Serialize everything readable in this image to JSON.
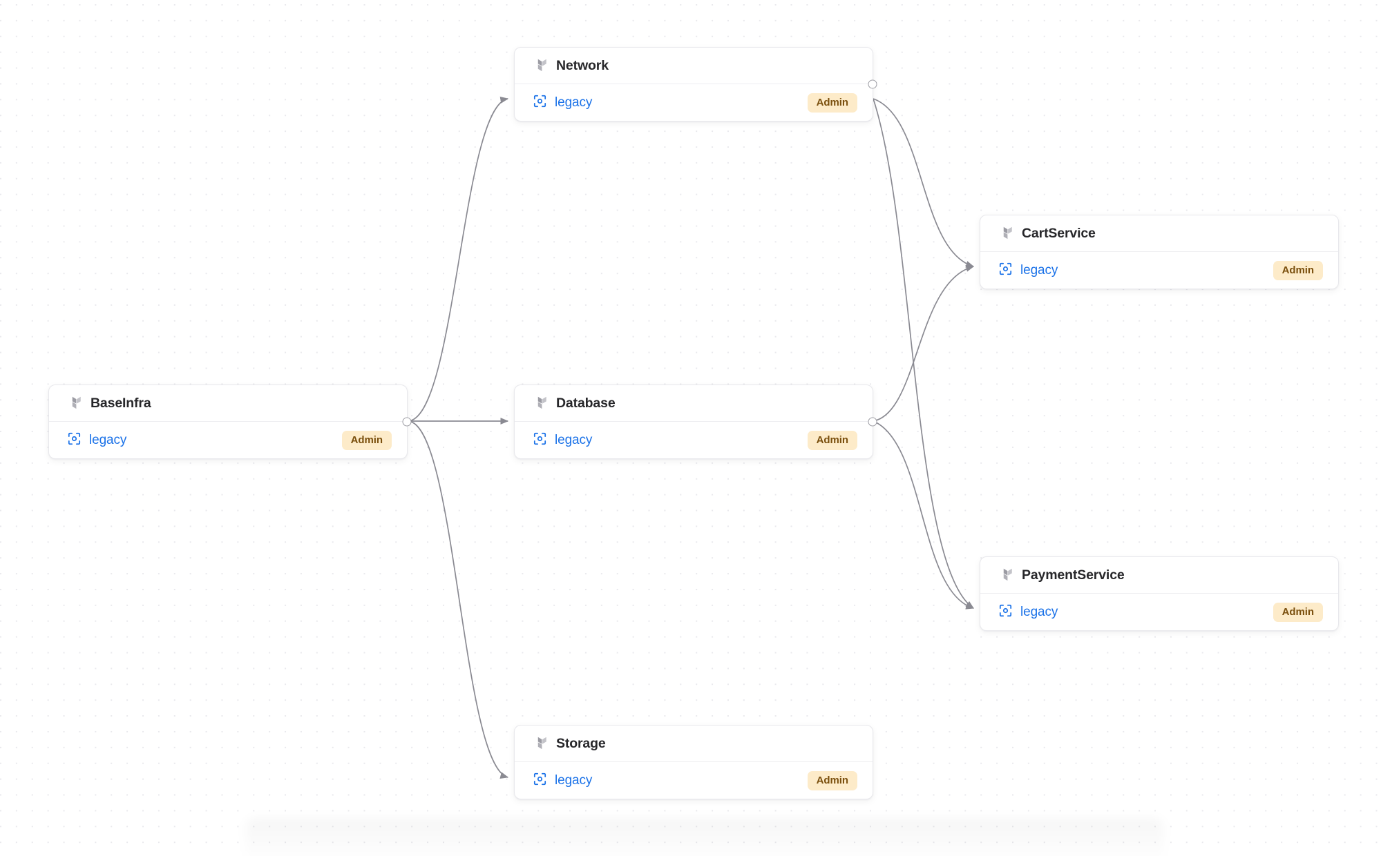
{
  "canvas": {
    "background": "#ffffff",
    "grid_dot_color": "#e9e9ed",
    "edge_color": "#8a8a92"
  },
  "colors": {
    "node_border": "#e8e8ec",
    "node_title": "#27272a",
    "workspace_link": "#1b72e8",
    "badge_bg": "#fdebc9",
    "badge_text": "#7a4f0d",
    "handle_stroke": "#9c9ca3"
  },
  "graph": {
    "type": "dependency-graph",
    "nodes": [
      {
        "id": "baseinfra",
        "title": "BaseInfra",
        "provider_icon": "terraform-icon",
        "workspace_icon": "scan-circle-icon",
        "workspace": "legacy",
        "badge": "Admin"
      },
      {
        "id": "network",
        "title": "Network",
        "provider_icon": "terraform-icon",
        "workspace_icon": "scan-circle-icon",
        "workspace": "legacy",
        "badge": "Admin"
      },
      {
        "id": "database",
        "title": "Database",
        "provider_icon": "terraform-icon",
        "workspace_icon": "scan-circle-icon",
        "workspace": "legacy",
        "badge": "Admin"
      },
      {
        "id": "storage",
        "title": "Storage",
        "provider_icon": "terraform-icon",
        "workspace_icon": "scan-circle-icon",
        "workspace": "legacy",
        "badge": "Admin"
      },
      {
        "id": "cartservice",
        "title": "CartService",
        "provider_icon": "terraform-icon",
        "workspace_icon": "scan-circle-icon",
        "workspace": "legacy",
        "badge": "Admin"
      },
      {
        "id": "paymentservice",
        "title": "PaymentService",
        "provider_icon": "terraform-icon",
        "workspace_icon": "scan-circle-icon",
        "workspace": "legacy",
        "badge": "Admin"
      }
    ],
    "edges": [
      {
        "from": "baseinfra",
        "to": "network"
      },
      {
        "from": "baseinfra",
        "to": "database"
      },
      {
        "from": "baseinfra",
        "to": "storage"
      },
      {
        "from": "network",
        "to": "cartservice"
      },
      {
        "from": "network",
        "to": "paymentservice"
      },
      {
        "from": "database",
        "to": "cartservice"
      },
      {
        "from": "database",
        "to": "paymentservice"
      }
    ]
  }
}
